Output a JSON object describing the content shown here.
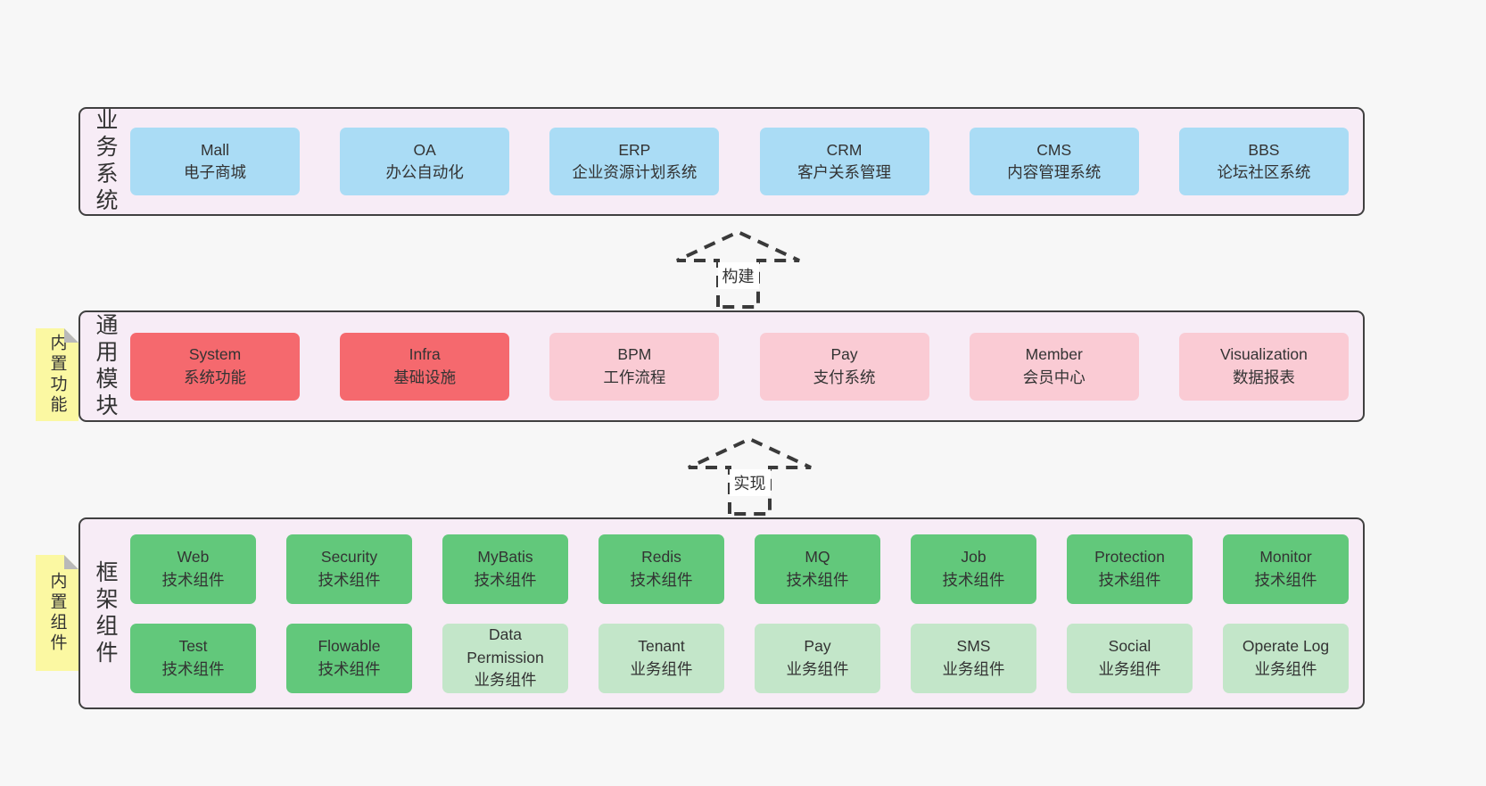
{
  "colors": {
    "blue": "#aadcf5",
    "red": "#f5696e",
    "pink": "#facbd4",
    "green": "#62c87b",
    "lightgreen": "#c3e6c9",
    "note": "#fbf8a2",
    "fold": "#b9b9b9",
    "container": "#f7ecf6",
    "border": "#404040"
  },
  "sections": [
    {
      "id": "business",
      "label": "业务系统",
      "note": null,
      "rows": [
        [
          {
            "name": "Mall",
            "desc": "电子商城",
            "variant": "blue"
          },
          {
            "name": "OA",
            "desc": "办公自动化",
            "variant": "blue"
          },
          {
            "name": "ERP",
            "desc": "企业资源计划系统",
            "variant": "blue"
          },
          {
            "name": "CRM",
            "desc": "客户关系管理",
            "variant": "blue"
          },
          {
            "name": "CMS",
            "desc": "内容管理系统",
            "variant": "blue"
          },
          {
            "name": "BBS",
            "desc": "论坛社区系统",
            "variant": "blue"
          }
        ]
      ]
    },
    {
      "id": "modules",
      "label": "通用模块",
      "note": "内置功能",
      "rows": [
        [
          {
            "name": "System",
            "desc": "系统功能",
            "variant": "red"
          },
          {
            "name": "Infra",
            "desc": "基础设施",
            "variant": "red"
          },
          {
            "name": "BPM",
            "desc": "工作流程",
            "variant": "pink"
          },
          {
            "name": "Pay",
            "desc": "支付系统",
            "variant": "pink"
          },
          {
            "name": "Member",
            "desc": "会员中心",
            "variant": "pink"
          },
          {
            "name": "Visualization",
            "desc": "数据报表",
            "variant": "pink"
          }
        ]
      ]
    },
    {
      "id": "components",
      "label": "框架组件",
      "note": "内置组件",
      "rows": [
        [
          {
            "name": "Web",
            "desc": "技术组件",
            "variant": "green"
          },
          {
            "name": "Security",
            "desc": "技术组件",
            "variant": "green"
          },
          {
            "name": "MyBatis",
            "desc": "技术组件",
            "variant": "green"
          },
          {
            "name": "Redis",
            "desc": "技术组件",
            "variant": "green"
          },
          {
            "name": "MQ",
            "desc": "技术组件",
            "variant": "green"
          },
          {
            "name": "Job",
            "desc": "技术组件",
            "variant": "green"
          },
          {
            "name": "Protection",
            "desc": "技术组件",
            "variant": "green"
          },
          {
            "name": "Monitor",
            "desc": "技术组件",
            "variant": "green"
          }
        ],
        [
          {
            "name": "Test",
            "desc": "技术组件",
            "variant": "green"
          },
          {
            "name": "Flowable",
            "desc": "技术组件",
            "variant": "green"
          },
          {
            "name": "Data Permission",
            "desc": "业务组件",
            "variant": "lightgreen"
          },
          {
            "name": "Tenant",
            "desc": "业务组件",
            "variant": "lightgreen"
          },
          {
            "name": "Pay",
            "desc": "业务组件",
            "variant": "lightgreen"
          },
          {
            "name": "SMS",
            "desc": "业务组件",
            "variant": "lightgreen"
          },
          {
            "name": "Social",
            "desc": "业务组件",
            "variant": "lightgreen"
          },
          {
            "name": "Operate Log",
            "desc": "业务组件",
            "variant": "lightgreen"
          }
        ]
      ]
    }
  ],
  "arrows": [
    {
      "label": "构建"
    },
    {
      "label": "实现"
    }
  ]
}
